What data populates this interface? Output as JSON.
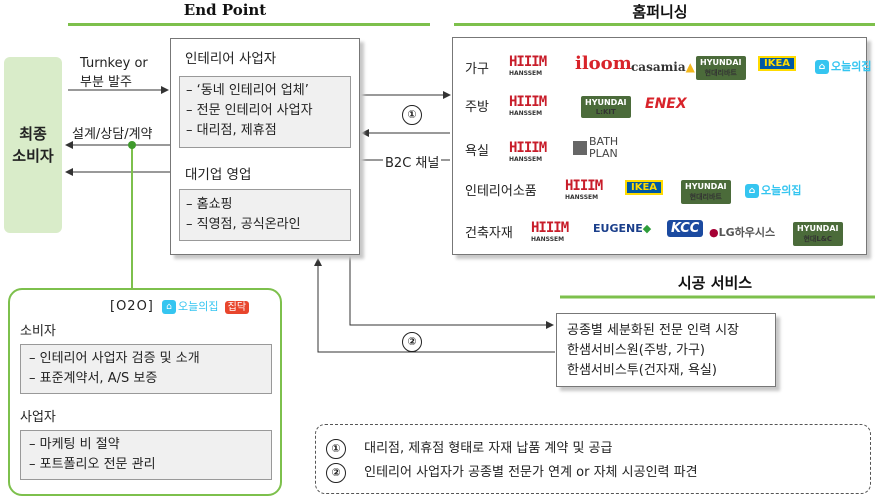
{
  "headers": {
    "end_point": "End Point",
    "home_furnishing": "홈퍼니싱",
    "construction": "시공 서비스"
  },
  "consumer": {
    "line1": "최종",
    "line2": "소비자"
  },
  "flows": {
    "turnkey_line1": "Turnkey or",
    "turnkey_line2": "부분 발주",
    "design": "설계/상담/계약",
    "b2c": "B2C 채널",
    "marker1": "①",
    "marker2": "②"
  },
  "endpoint": {
    "interior_title": "인테리어 사업자",
    "interior_items": [
      "– ‘동네 인테리어 업체’",
      "– 전문 인테리어 사업자",
      "– 대리점, 제휴점"
    ],
    "corp_title": "대기업 영업",
    "corp_items": [
      "– 홈쇼핑",
      "– 직영점, 공식온라인"
    ]
  },
  "furnishing": {
    "rows": [
      {
        "label": "가구",
        "brands": [
          "HANSSEM",
          "iloom",
          "casamia",
          "HYUNDAI 현대리바트",
          "IKEA",
          "오늘의집"
        ]
      },
      {
        "label": "주방",
        "brands": [
          "HANSSEM",
          "HYUNDAI",
          "ENEX"
        ]
      },
      {
        "label": "욕실",
        "brands": [
          "HANSSEM",
          "BATH PLAN"
        ]
      },
      {
        "label": "인테리어소품",
        "brands": [
          "HANSSEM",
          "IKEA",
          "HYUNDAI 현대리바트",
          "오늘의집"
        ]
      },
      {
        "label": "건축자재",
        "brands": [
          "HANSSEM",
          "EUGENE",
          "KCC",
          "LG하우시스",
          "HYUNDAI 현대L&C"
        ]
      }
    ]
  },
  "service": {
    "lines": [
      "공종별 세분화된 전문 인력 시장",
      "한샘서비스원(주방, 가구)",
      "한샘서비스투(건자재, 욕실)"
    ]
  },
  "o2o": {
    "title": "[O2O]",
    "brand1": "오늘의집",
    "brand2": "집닥",
    "consumer_label": "소비자",
    "consumer_items": [
      "– 인테리어 사업자 검증 및 소개",
      "– 표준계약서, A/S 보증"
    ],
    "biz_label": "사업자",
    "biz_items": [
      "– 마케팅 비 절약",
      "– 포트폴리오 전문 관리"
    ]
  },
  "notes": [
    {
      "marker": "①",
      "text": "대리점, 제휴점 형태로 자재 납품 계약 및 공급"
    },
    {
      "marker": "②",
      "text": "인테리어 사업자가 공종별 전문가 연계 or 자체 시공인력 파견"
    }
  ],
  "colors": {
    "accent_green": "#7dc04c",
    "consumer_bg": "#d9ecc9",
    "hanssem_red": "#c81d2a"
  }
}
